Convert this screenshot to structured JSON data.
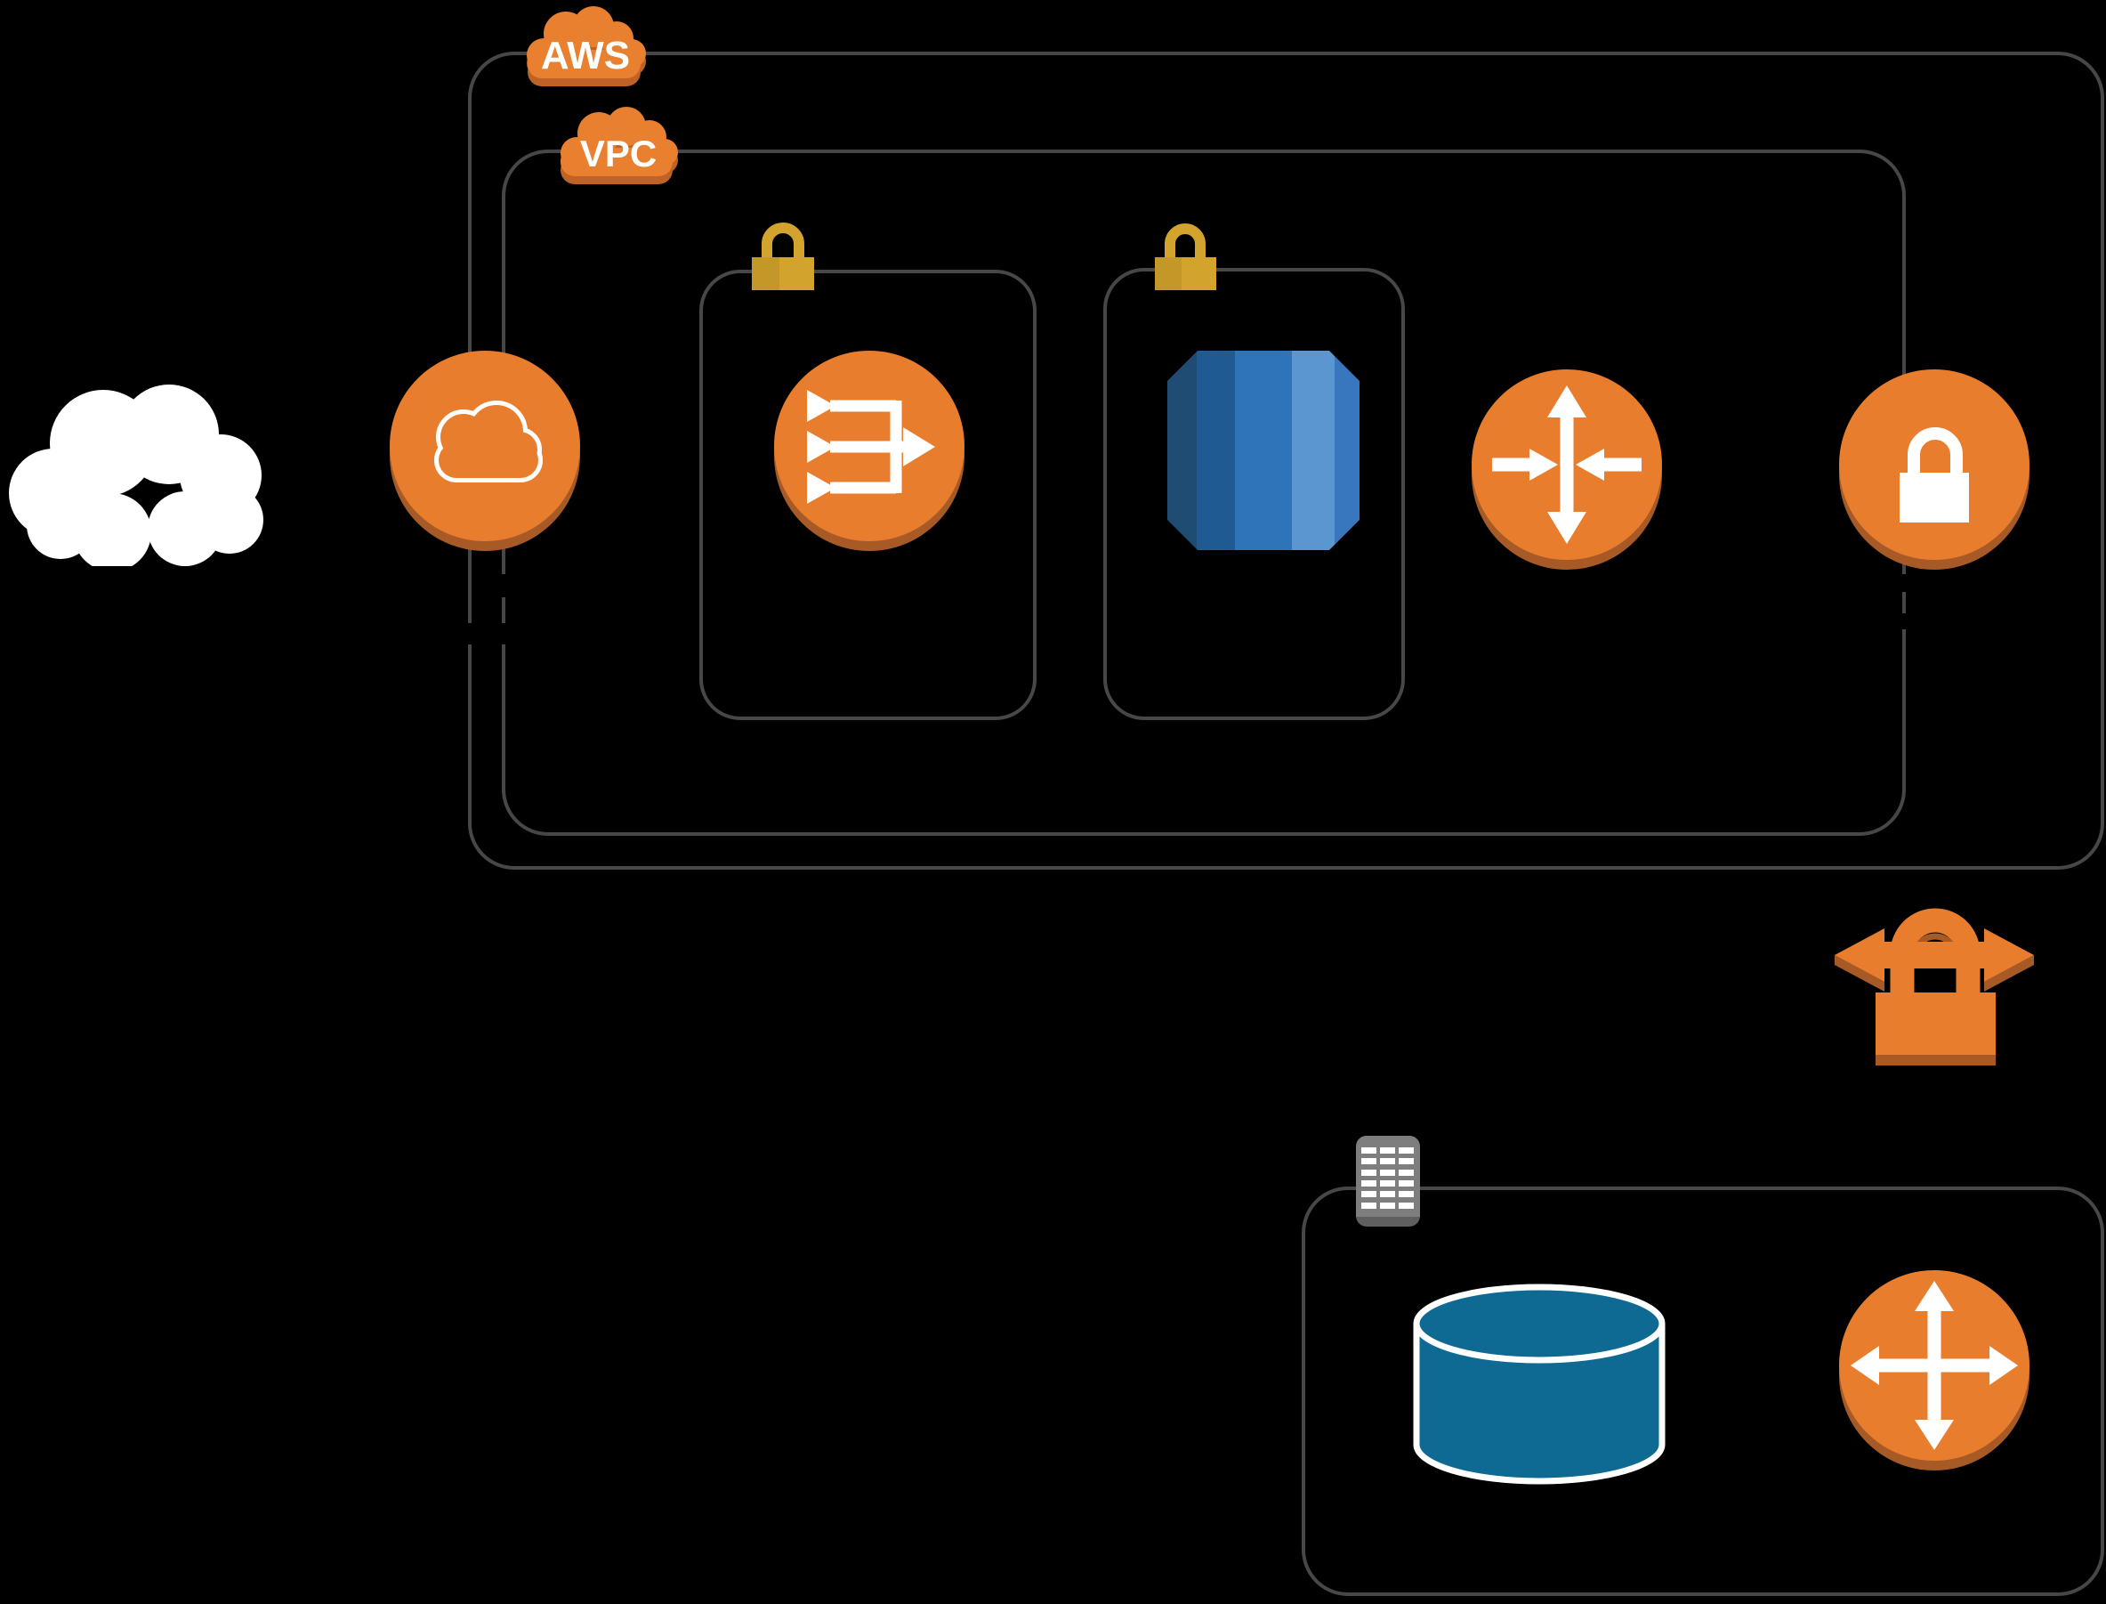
{
  "diagram": {
    "kind": "aws-vpc-architecture-diagram",
    "background": "#000000",
    "badges": {
      "aws": "AWS",
      "vpc": "VPC"
    },
    "colors": {
      "icon_orange": "#E87E2D",
      "icon_orange_shadow": "#A85A26",
      "badge_cloud_orange": "#E8802F",
      "badge_cloud_shadow": "#BF6226",
      "lock_gold": "#D2A42E",
      "lock_gold_dark": "#C39829",
      "container_border_gray": "#474747",
      "white": "#FFFFFF",
      "database_blue": "#0E6A93",
      "table_icon_gray": "#7E7E7E",
      "table_icon_gray_dark": "#5F5F5F",
      "ec2_instance_blues": [
        "#1E4C72",
        "#1F5B92",
        "#2E74B8",
        "#5C96D1",
        "#3876BD"
      ]
    },
    "containers": [
      {
        "name": "aws-cloud-boundary",
        "badge": "AWS"
      },
      {
        "name": "vpc-boundary",
        "badge": "VPC"
      },
      {
        "name": "subnet-load-balancer",
        "locked": true
      },
      {
        "name": "subnet-instance",
        "locked": true
      },
      {
        "name": "database-subnet",
        "locked": false
      }
    ],
    "nodes": [
      {
        "name": "internet-cloud",
        "icon": "white-cloud"
      },
      {
        "name": "internet-gateway",
        "icon": "cloud-outline-circle"
      },
      {
        "name": "load-balancer",
        "icon": "elb-merge-arrows-circle"
      },
      {
        "name": "ec2-instance",
        "icon": "blue-striped-octagon"
      },
      {
        "name": "vpc-router",
        "icon": "inward-arrows-circle"
      },
      {
        "name": "security-lock",
        "icon": "padlock-circle"
      },
      {
        "name": "vpn-connection",
        "icon": "padlock-double-arrow"
      },
      {
        "name": "db-table",
        "icon": "table-grid"
      },
      {
        "name": "database",
        "icon": "db-cylinder"
      },
      {
        "name": "db-router",
        "icon": "outward-arrows-circle"
      }
    ]
  }
}
